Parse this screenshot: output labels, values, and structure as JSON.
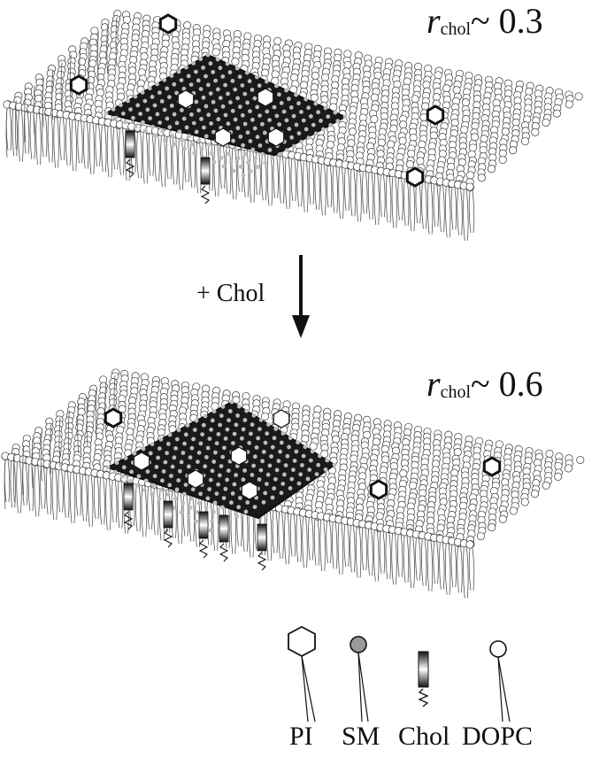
{
  "top_panel": {
    "ratio_symbol": "r",
    "ratio_subscript": "chol",
    "ratio_value": "~ 0.3"
  },
  "bottom_panel": {
    "ratio_symbol": "r",
    "ratio_subscript": "chol",
    "ratio_value": "~ 0.6"
  },
  "transition": {
    "label": "+ Chol"
  },
  "legend": {
    "items": [
      "PI",
      "SM",
      "Chol",
      "DOPC"
    ]
  },
  "colors": {
    "ink": "#111111",
    "raft": "#1a1a1a",
    "sm_head": "#9a9a9a",
    "background": "#ffffff"
  }
}
